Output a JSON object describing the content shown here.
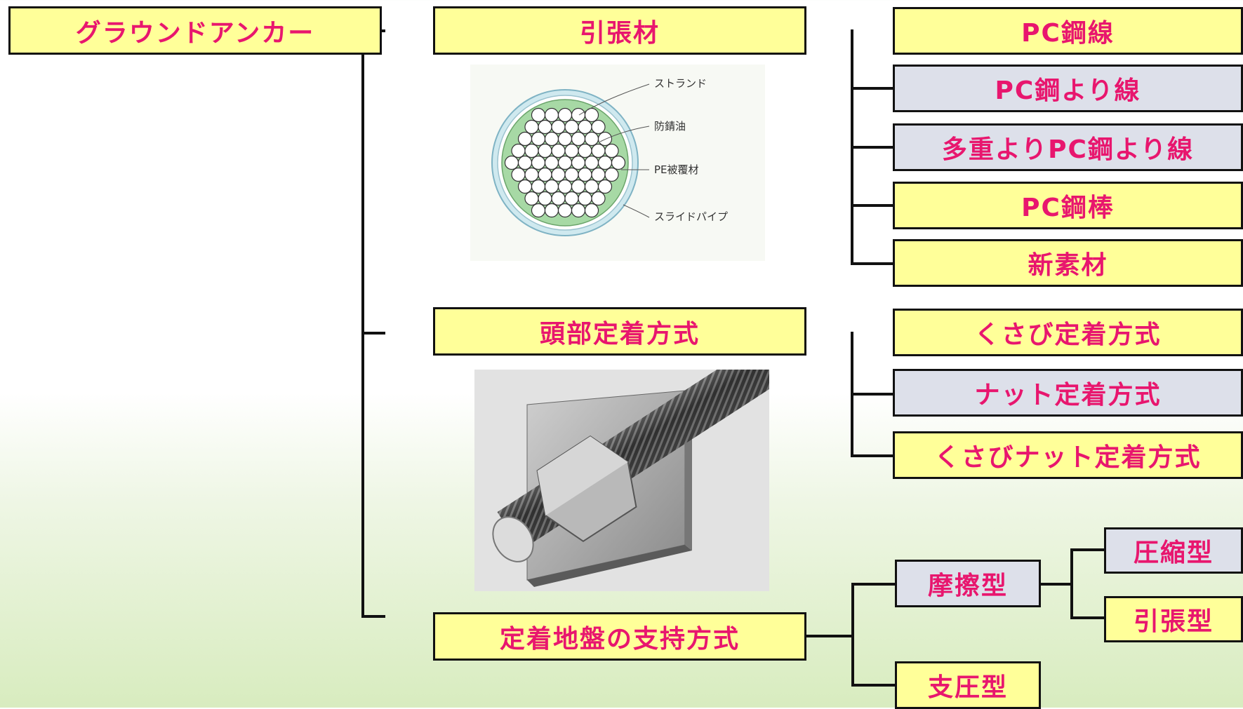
{
  "root": {
    "label": "グラウンドアンカー"
  },
  "categories": [
    {
      "label": "引張材",
      "color": "yellow"
    },
    {
      "label": "頭部定着方式",
      "color": "yellow"
    },
    {
      "label": "定着地盤の支持方式",
      "color": "yellow"
    }
  ],
  "tendon_types": [
    {
      "label": "PC鋼線",
      "color": "yellow"
    },
    {
      "label": "PC鋼より線",
      "color": "gray"
    },
    {
      "label": "多重よりPC鋼より線",
      "color": "gray"
    },
    {
      "label": "PC鋼棒",
      "color": "yellow"
    },
    {
      "label": "新素材",
      "color": "yellow"
    }
  ],
  "anchorage_methods": [
    {
      "label": "くさび定着方式",
      "color": "yellow"
    },
    {
      "label": "ナット定着方式",
      "color": "gray"
    },
    {
      "label": "くさびナット定着方式",
      "color": "yellow"
    }
  ],
  "support_types": [
    {
      "label": "摩擦型",
      "color": "gray"
    },
    {
      "label": "支圧型",
      "color": "yellow"
    }
  ],
  "friction_subtypes": [
    {
      "label": "圧縮型",
      "color": "gray"
    },
    {
      "label": "引張型",
      "color": "yellow"
    }
  ],
  "strand_figure": {
    "labels": [
      "ストランド",
      "防錆油",
      "PE被覆材",
      "スライドパイプ"
    ]
  },
  "colors": {
    "yellow_fill": "#ffff99",
    "gray_fill": "#dde0ea",
    "text": "#e8166e",
    "line": "#111111"
  }
}
